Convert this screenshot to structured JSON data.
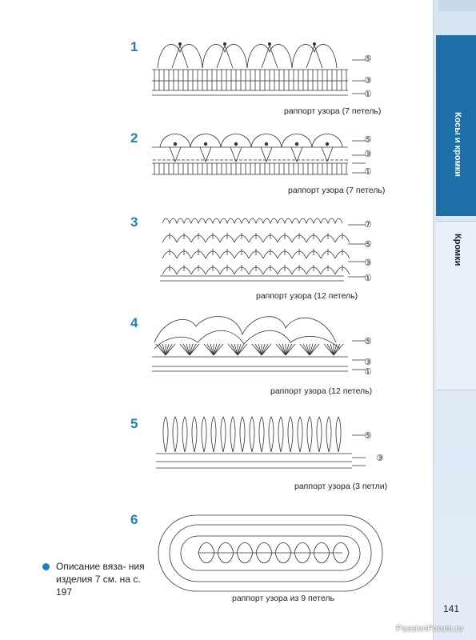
{
  "sidebar": {
    "tab_active": "Косы и кромки",
    "tab_inactive": "Кромки"
  },
  "patterns": [
    {
      "number": "1",
      "repeat": "раппорт узора (7 петель)",
      "rows": [
        "⑤",
        "③",
        "①"
      ]
    },
    {
      "number": "2",
      "repeat": "раппорт узора (7 петель)",
      "rows": [
        "⑤",
        "③",
        "①"
      ]
    },
    {
      "number": "3",
      "repeat": "раппорт узора (12 петель)",
      "rows": [
        "⑦",
        "⑤",
        "③",
        "①"
      ]
    },
    {
      "number": "4",
      "repeat": "раппорт узора (12 петель)",
      "rows": [
        "⑤",
        "③",
        "①"
      ]
    },
    {
      "number": "5",
      "repeat": "раппорт узора (3 петли)",
      "rows": [
        "⑤",
        "③"
      ]
    },
    {
      "number": "6",
      "repeat": "раппорт узора из 9 петель",
      "rows": []
    }
  ],
  "note": {
    "text": "Описание вяза- ния изделия 7 см. на с. 197"
  },
  "page_number": "141",
  "watermark": "PassionForum.ru"
}
